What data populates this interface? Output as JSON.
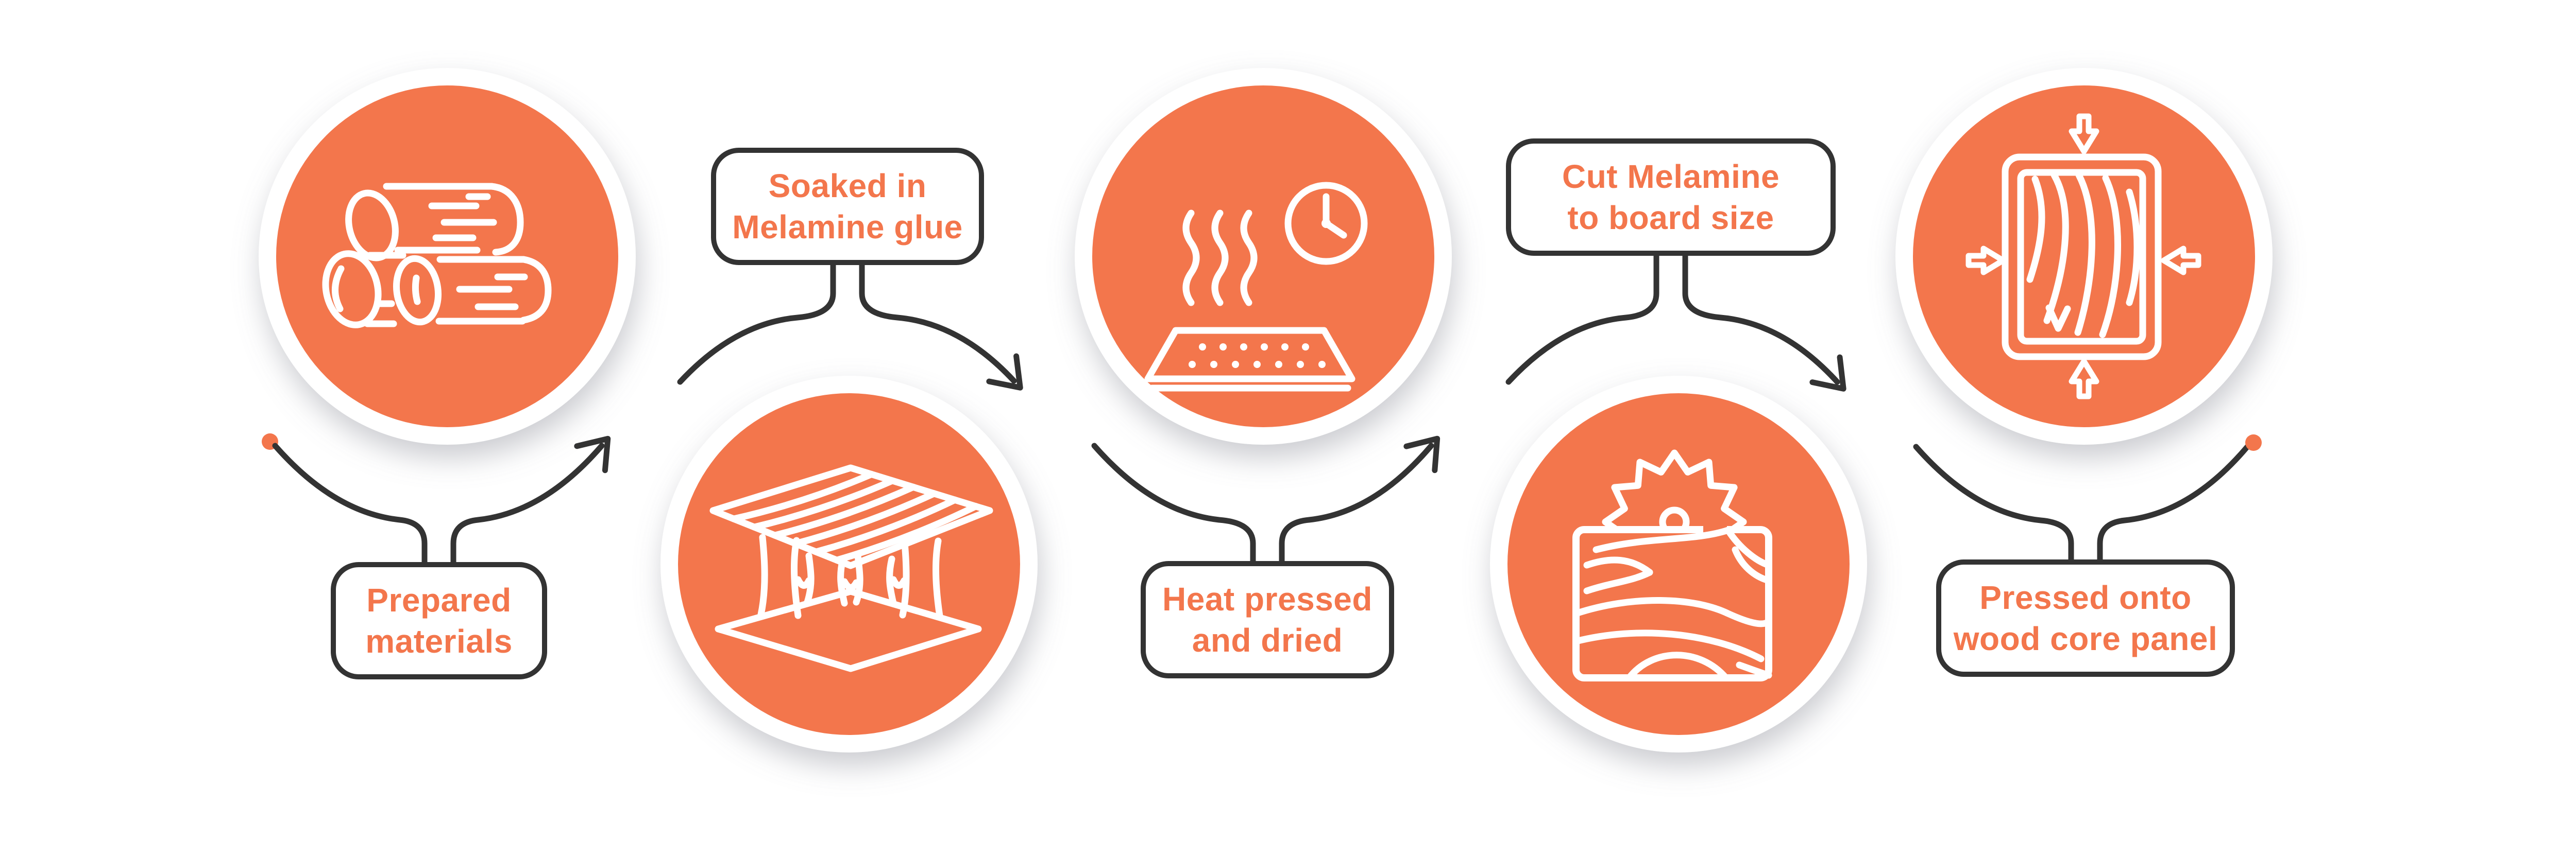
{
  "theme": {
    "orange": "#F3764C",
    "dark": "#333333",
    "background": "#FFFFFF",
    "label_text": "#F3764C"
  },
  "steps": [
    {
      "row": "top",
      "icon": "logs-icon",
      "label_lines": [
        "Prepared",
        "materials"
      ]
    },
    {
      "row": "bottom",
      "icon": "glue-soaked-board-icon",
      "label_lines": [
        "Soaked in",
        "Melamine glue"
      ]
    },
    {
      "row": "top",
      "icon": "heat-press-timer-icon",
      "label_lines": [
        "Heat pressed",
        "and dried"
      ]
    },
    {
      "row": "bottom",
      "icon": "circular-saw-board-icon",
      "label_lines": [
        "Cut Melamine",
        "to board size"
      ]
    },
    {
      "row": "top",
      "icon": "press-arrows-panel-icon",
      "label_lines": [
        "Pressed onto",
        "wood core panel"
      ]
    }
  ]
}
